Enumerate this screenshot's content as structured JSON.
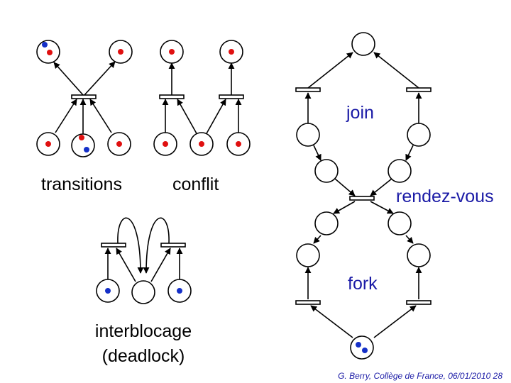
{
  "labels": {
    "transitions": "transitions",
    "conflit": "conflit",
    "join": "join",
    "rendez_vous": "rendez-vous",
    "fork": "fork",
    "interblocage": "interblocage",
    "deadlock": "(deadlock)"
  },
  "footer": "G. Berry, Collège de France,  06/01/2010  28",
  "colors": {
    "stroke": "#000000",
    "token_red": "#e01010",
    "token_blue": "#1530c8",
    "text_blue": "#1a1aa6"
  }
}
